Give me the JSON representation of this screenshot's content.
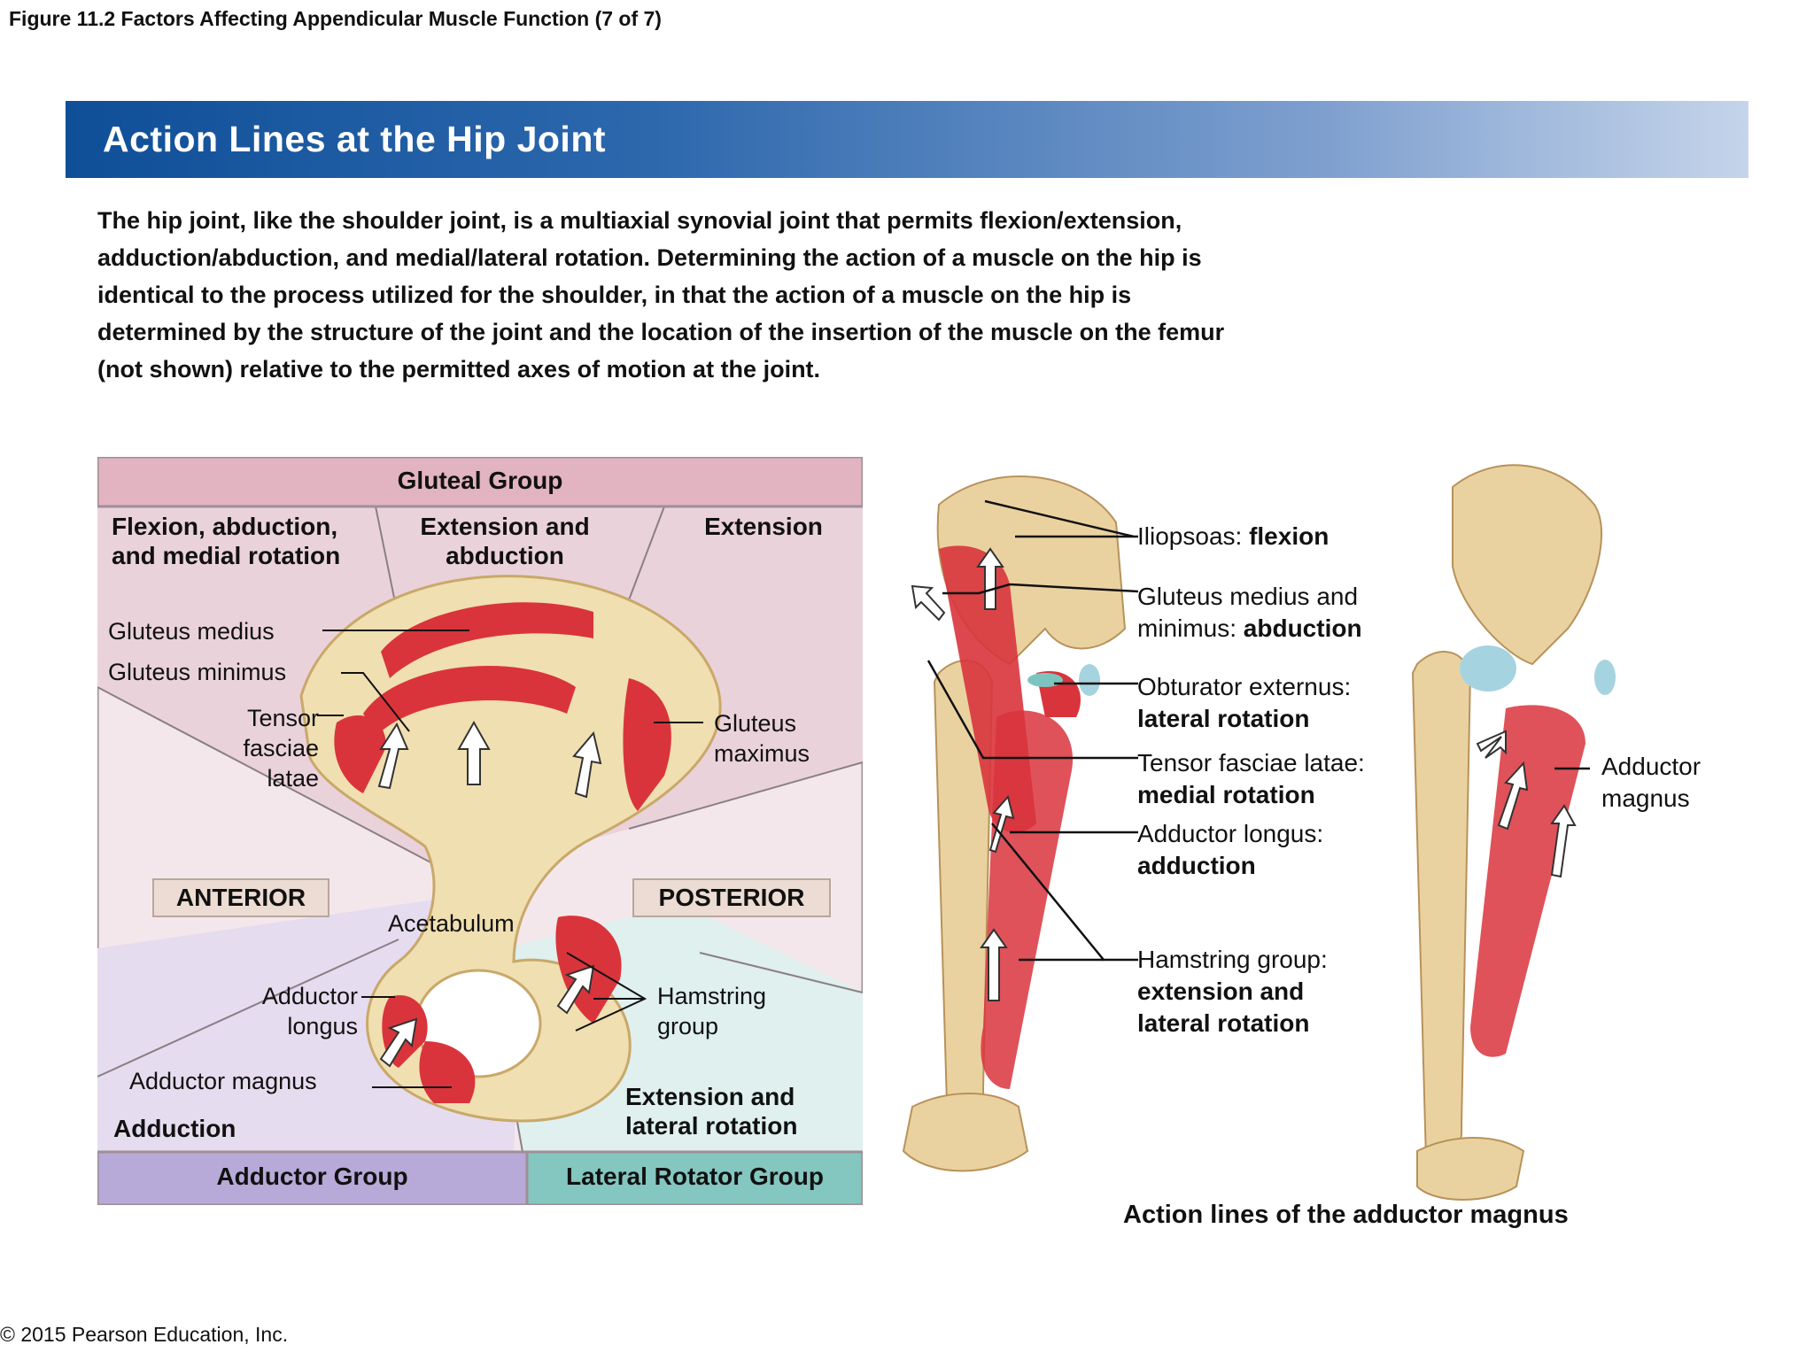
{
  "figure_caption": "Figure 11.2 Factors Affecting Appendicular Muscle Function (7 of 7)",
  "banner_title": "Action Lines at the Hip Joint",
  "intro_text": "The hip joint, like the shoulder joint, is a multiaxial synovial joint that permits flexion/extension, adduction/abduction, and medial/lateral rotation. Determining the action of a muscle on the hip is identical to the process utilized for the shoulder, in that the action of a muscle on the hip is determined by the structure of the joint and the location of the insertion of the muscle on the femur (not shown) relative to the permitted axes of motion at the joint.",
  "diagram": {
    "gluteal_group": "Gluteal Group",
    "sector_flex": "Flexion, abduction, and medial rotation",
    "sector_ext_abd": "Extension and abduction",
    "sector_ext": "Extension",
    "gluteus_medius": "Gluteus medius",
    "gluteus_minimus": "Gluteus minimus",
    "tensor": "Tensor fasciae latae",
    "gluteus_maximus": "Gluteus maximus",
    "anterior": "ANTERIOR",
    "posterior": "POSTERIOR",
    "acetabulum": "Acetabulum",
    "adductor_longus": "Adductor longus",
    "hamstring_group": "Hamstring group",
    "adductor_magnus": "Adductor magnus",
    "adduction": "Adduction",
    "ext_lat_rot": "Extension and lateral rotation",
    "adductor_group": "Adductor Group",
    "lateral_rotator_group": "Lateral Rotator Group",
    "colors": {
      "gluteal": "#e2b3c0",
      "adductor": "#b7a9d8",
      "lateral": "#84c6c0",
      "muscle": "#d9343c",
      "bone": "#f0dfb0"
    }
  },
  "illustration": {
    "iliopsoas_name": "Iliopsoas: ",
    "iliopsoas_action": "flexion",
    "gluteus_name_1": "Gluteus medius and",
    "gluteus_name_2": "minimus: ",
    "gluteus_action": "abduction",
    "obturator_name": "Obturator externus:",
    "obturator_action": "lateral rotation",
    "tensor_name": "Tensor fasciae latae:",
    "tensor_action": "medial rotation",
    "adductor_longus_name": "Adductor longus:",
    "adductor_longus_action": "adduction",
    "hamstring_name": "Hamstring group:",
    "hamstring_action_1": "extension and",
    "hamstring_action_2": "lateral rotation",
    "adductor_magnus_label": "Adductor magnus",
    "caption": "Action lines of the adductor magnus"
  },
  "copyright": "© 2015 Pearson Education, Inc."
}
